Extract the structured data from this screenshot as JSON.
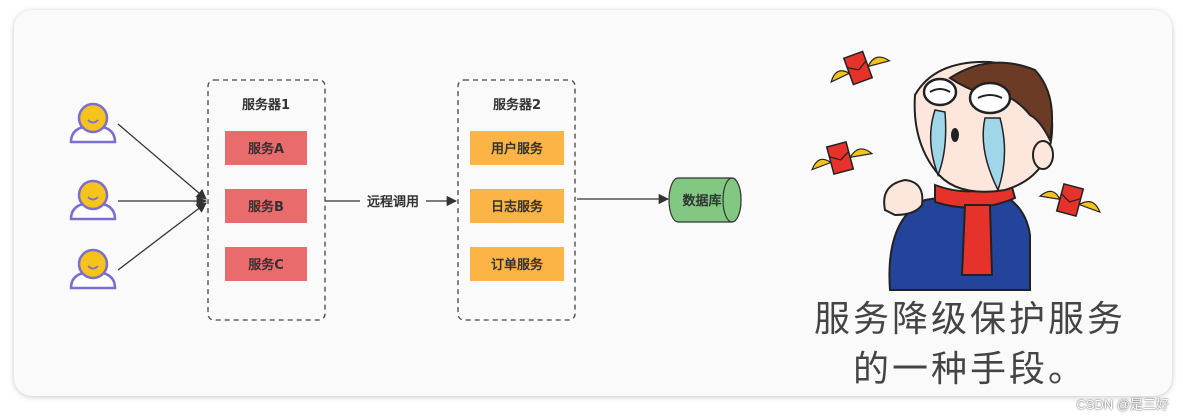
{
  "server1": {
    "title": "服务器1",
    "services": [
      "服务A",
      "服务B",
      "服务C"
    ]
  },
  "server2": {
    "title": "服务器2",
    "services": [
      "用户服务",
      "日志服务",
      "订单服务"
    ]
  },
  "remote_call_label": "远程调用",
  "database_label": "数据库",
  "caption": {
    "line1": "服务降级保护服务",
    "line2": "的一种手段。"
  },
  "watermark": "CSDN @是三好",
  "colors": {
    "service_red": "#ea6b6b",
    "service_orange": "#fdb447",
    "database_green": "#82c882",
    "user_yellow": "#f5c31c",
    "user_outline": "#7a6fd0"
  }
}
